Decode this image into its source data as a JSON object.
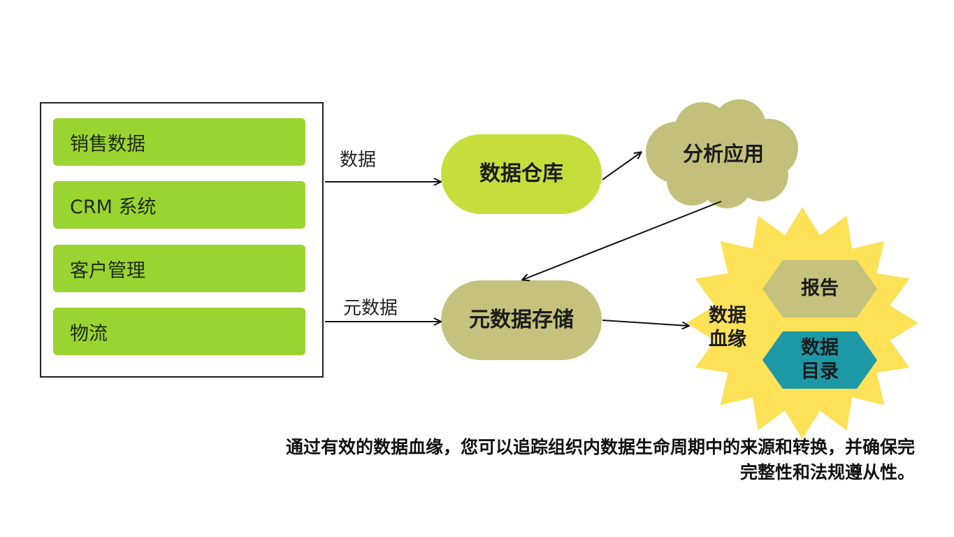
{
  "sources": {
    "items": [
      "销售数据",
      "CRM 系统",
      "客户管理",
      "物流"
    ]
  },
  "edges": {
    "data_label": "数据",
    "metadata_label": "元数据"
  },
  "nodes": {
    "warehouse": "数据仓库",
    "analytics": "分析应用",
    "metadata_store": "元数据存储",
    "lineage_line1": "数据",
    "lineage_line2": "血缘",
    "report": "报告",
    "catalog_line1": "数据",
    "catalog_line2": "目录"
  },
  "caption": {
    "line1": "通过有效的数据血缘，您可以追踪组织内数据生命周期中的来源和转换，并确保完",
    "line2": "完整性和法规遵从性。"
  },
  "colors": {
    "source_green": "#9ad431",
    "warehouse_lime": "#c6de3b",
    "cloud_olive": "#c2c07a",
    "metadata_olive": "#c4c27c",
    "burst_yellow": "#fde157",
    "report_olive": "#c4c27c",
    "catalog_teal": "#1d98a6"
  }
}
